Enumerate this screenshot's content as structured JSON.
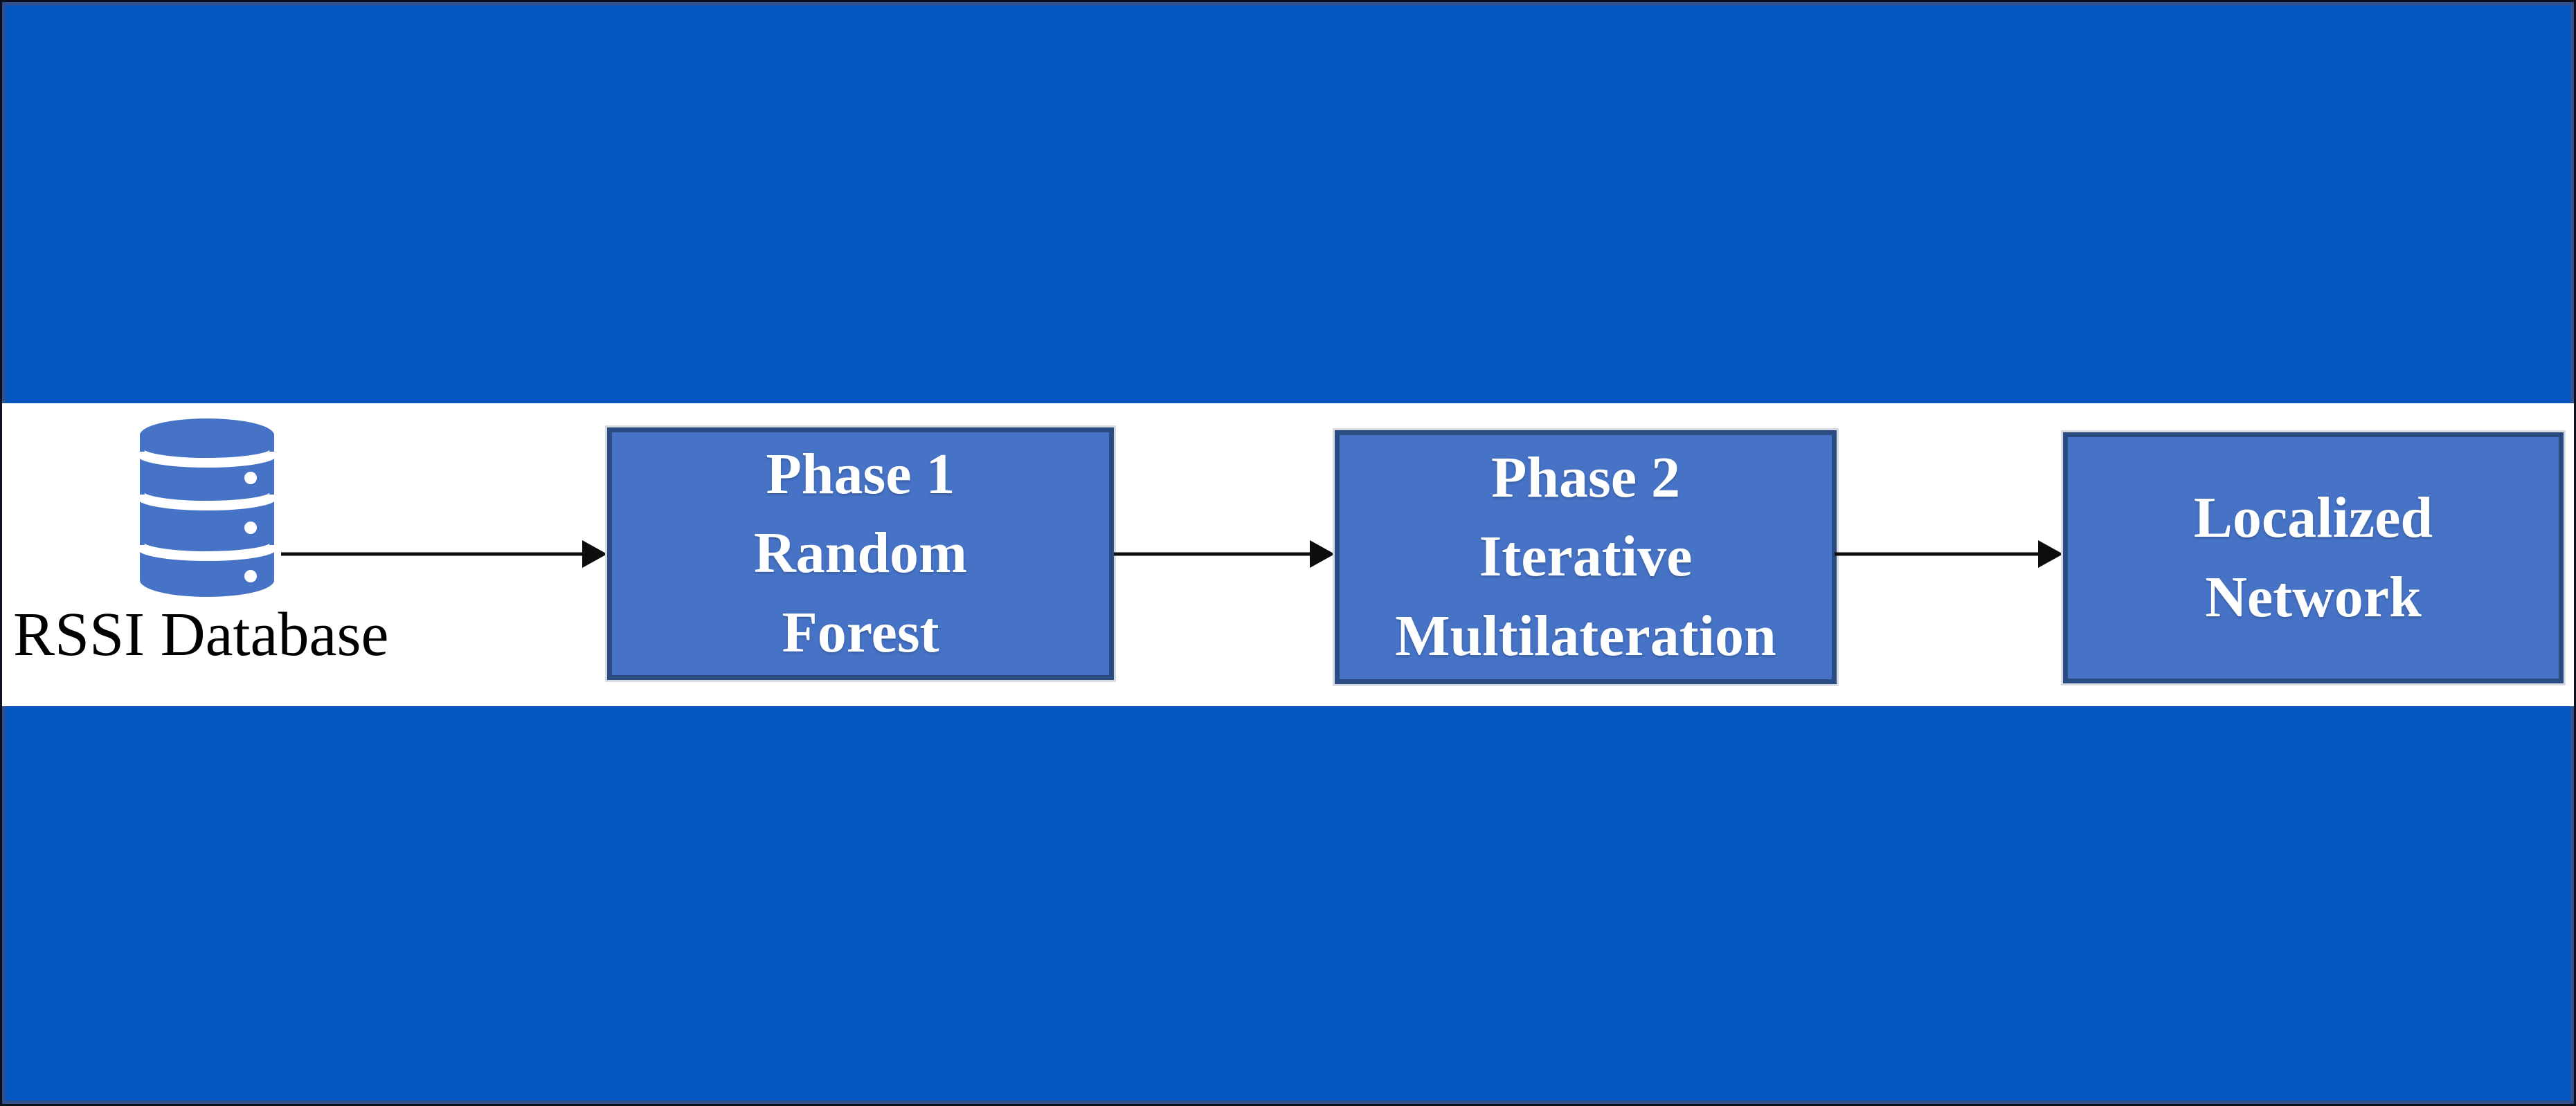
{
  "diagram": {
    "source": {
      "icon": "database-icon",
      "label": "RSSI Database"
    },
    "steps": [
      {
        "id": "phase1",
        "lines": [
          "Phase 1",
          "Random",
          "Forest"
        ]
      },
      {
        "id": "phase2",
        "lines": [
          "Phase 2",
          "Iterative",
          "Multilateration"
        ]
      },
      {
        "id": "localized",
        "lines": [
          "Localized",
          "Network"
        ]
      }
    ],
    "connections": [
      {
        "from": "rssi-database",
        "to": "phase1"
      },
      {
        "from": "phase1",
        "to": "phase2"
      },
      {
        "from": "phase2",
        "to": "localized"
      }
    ]
  },
  "colors": {
    "background": "#0456c1",
    "band": "#ffffff",
    "node-fill": "#4673c6",
    "node-border": "#2b4b83",
    "node-halo": "#d8dbe2",
    "node-text": "#ffffff",
    "label-text": "#000000",
    "arrow": "#0d0d0d",
    "frame": "#31508e"
  }
}
